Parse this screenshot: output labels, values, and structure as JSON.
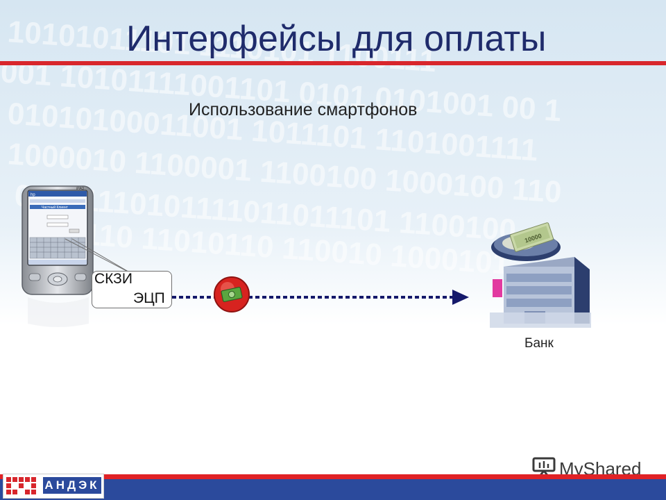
{
  "slide": {
    "title": "Интерфейсы для оплаты",
    "subtitle": "Использование смартфонов"
  },
  "phone": {
    "brand": "hp",
    "model": "iPAQ",
    "screen_header": "Частный Клиент"
  },
  "callout": {
    "line1": "СКЗИ",
    "line2": "ЭЦП"
  },
  "payment": {
    "token_icon": "money-coin-icon",
    "arrow_style": "dotted"
  },
  "bank": {
    "label": "Банк",
    "money_amount": "10000"
  },
  "watermark": {
    "text": "MyShared",
    "icon": "presentation-board-icon"
  },
  "footer": {
    "logo_text": "АНДЭК"
  },
  "colors": {
    "title": "#1f2b6b",
    "accent_red": "#d8262c",
    "footer_blue": "#2b4a9c",
    "arrow_navy": "#15196b"
  }
}
